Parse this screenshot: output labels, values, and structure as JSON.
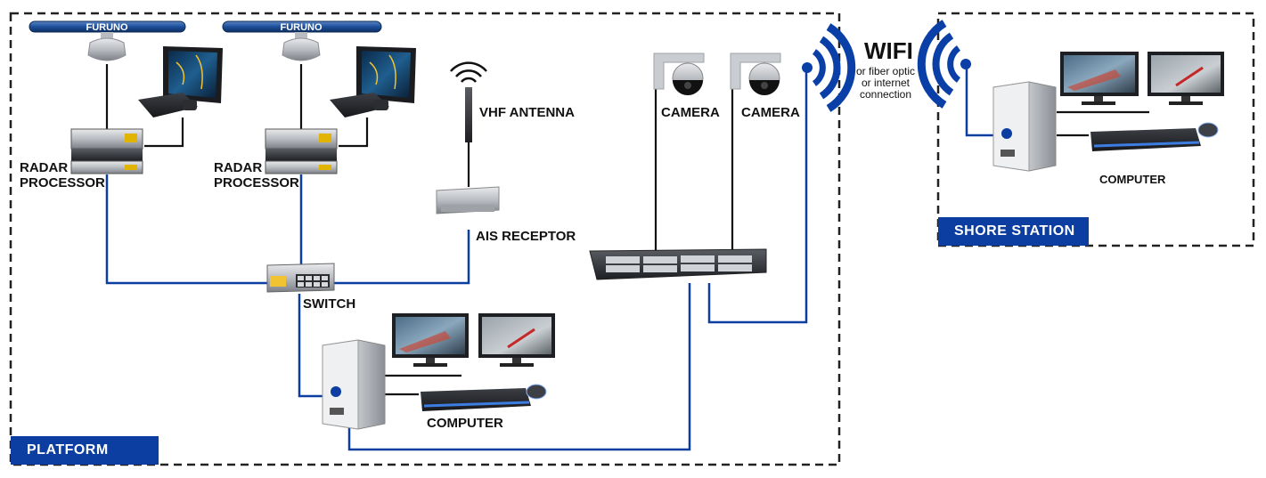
{
  "zones": {
    "platform": "PLATFORM",
    "shore": "SHORE STATION"
  },
  "labels": {
    "radar1": [
      "RADAR",
      "PROCESSOR"
    ],
    "radar2": [
      "RADAR",
      "PROCESSOR"
    ],
    "vhf": "VHF ANTENNA",
    "ais": "AIS RECEPTOR",
    "switch": "SWITCH",
    "camera1": "CAMERA",
    "camera2": "CAMERA",
    "computer_platform": "COMPUTER",
    "computer_shore": "COMPUTER"
  },
  "wifi": {
    "title": "WIFI",
    "subtitle_lines": [
      "or fiber optic",
      "or internet",
      "connection"
    ]
  },
  "brand": "FURUNO",
  "colors": {
    "link_blue": "#0b3ea0",
    "wifi_blue": "#0a3fa8",
    "dash": "#222222"
  }
}
